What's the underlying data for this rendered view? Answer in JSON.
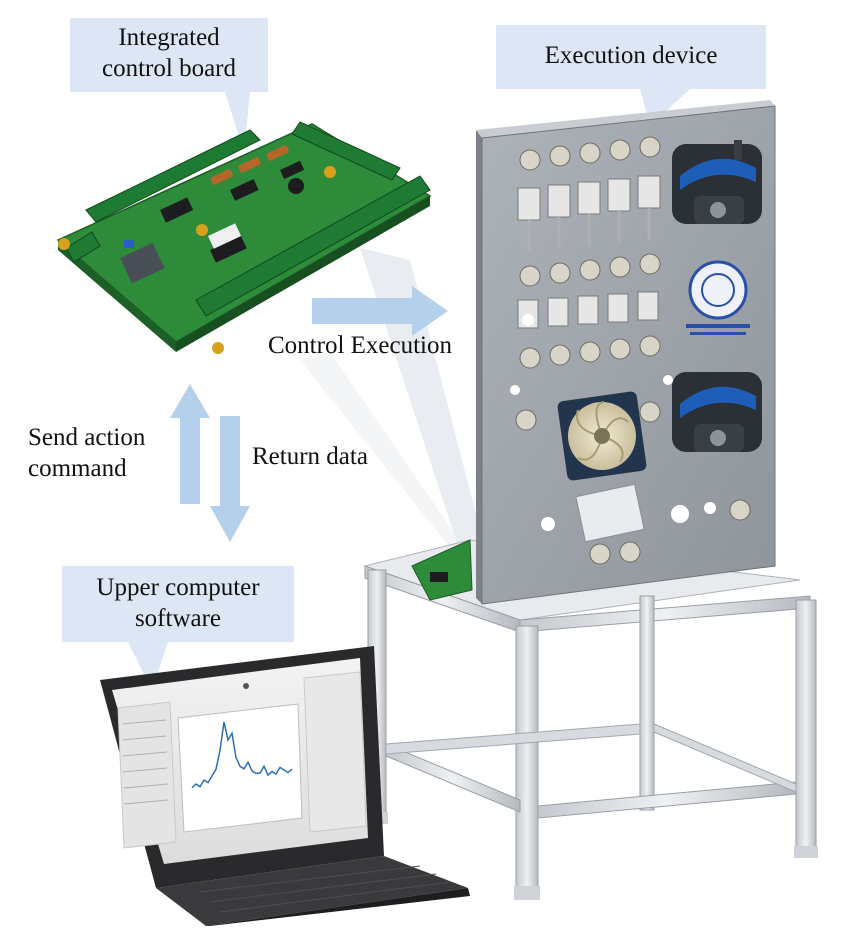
{
  "labels": {
    "board_callout": "Integrated\ncontrol board",
    "device_callout": "Execution device",
    "software_callout": "Upper computer\nsoftware",
    "control_arrow": "Control Execution",
    "send_arrow": "Send action\ncommand",
    "return_arrow": "Return data"
  },
  "colors": {
    "callout_fill": "#dde6f4",
    "arrow_fill": "#b5d0ea",
    "pcb_green": "#2e8b3a",
    "terminal_green": "#1f7a34",
    "panel_gray": "#9ea3aa",
    "frame_silver": "#d4d7dc",
    "pump_blue": "#1e5db8",
    "laptop_dark": "#2a2a2c",
    "plot_line": "#2d6fb3"
  },
  "icons": [
    "control-board-image",
    "execution-device-image",
    "laptop-image",
    "peristaltic-pump-icon",
    "fan-icon",
    "logo-emblem-icon"
  ],
  "screen_plot": {
    "series": [
      4,
      5,
      4,
      6,
      5,
      7,
      9,
      15,
      24,
      18,
      20,
      12,
      9,
      8,
      10,
      7,
      6,
      6,
      8,
      5,
      6,
      5,
      7,
      6,
      5,
      6
    ]
  }
}
